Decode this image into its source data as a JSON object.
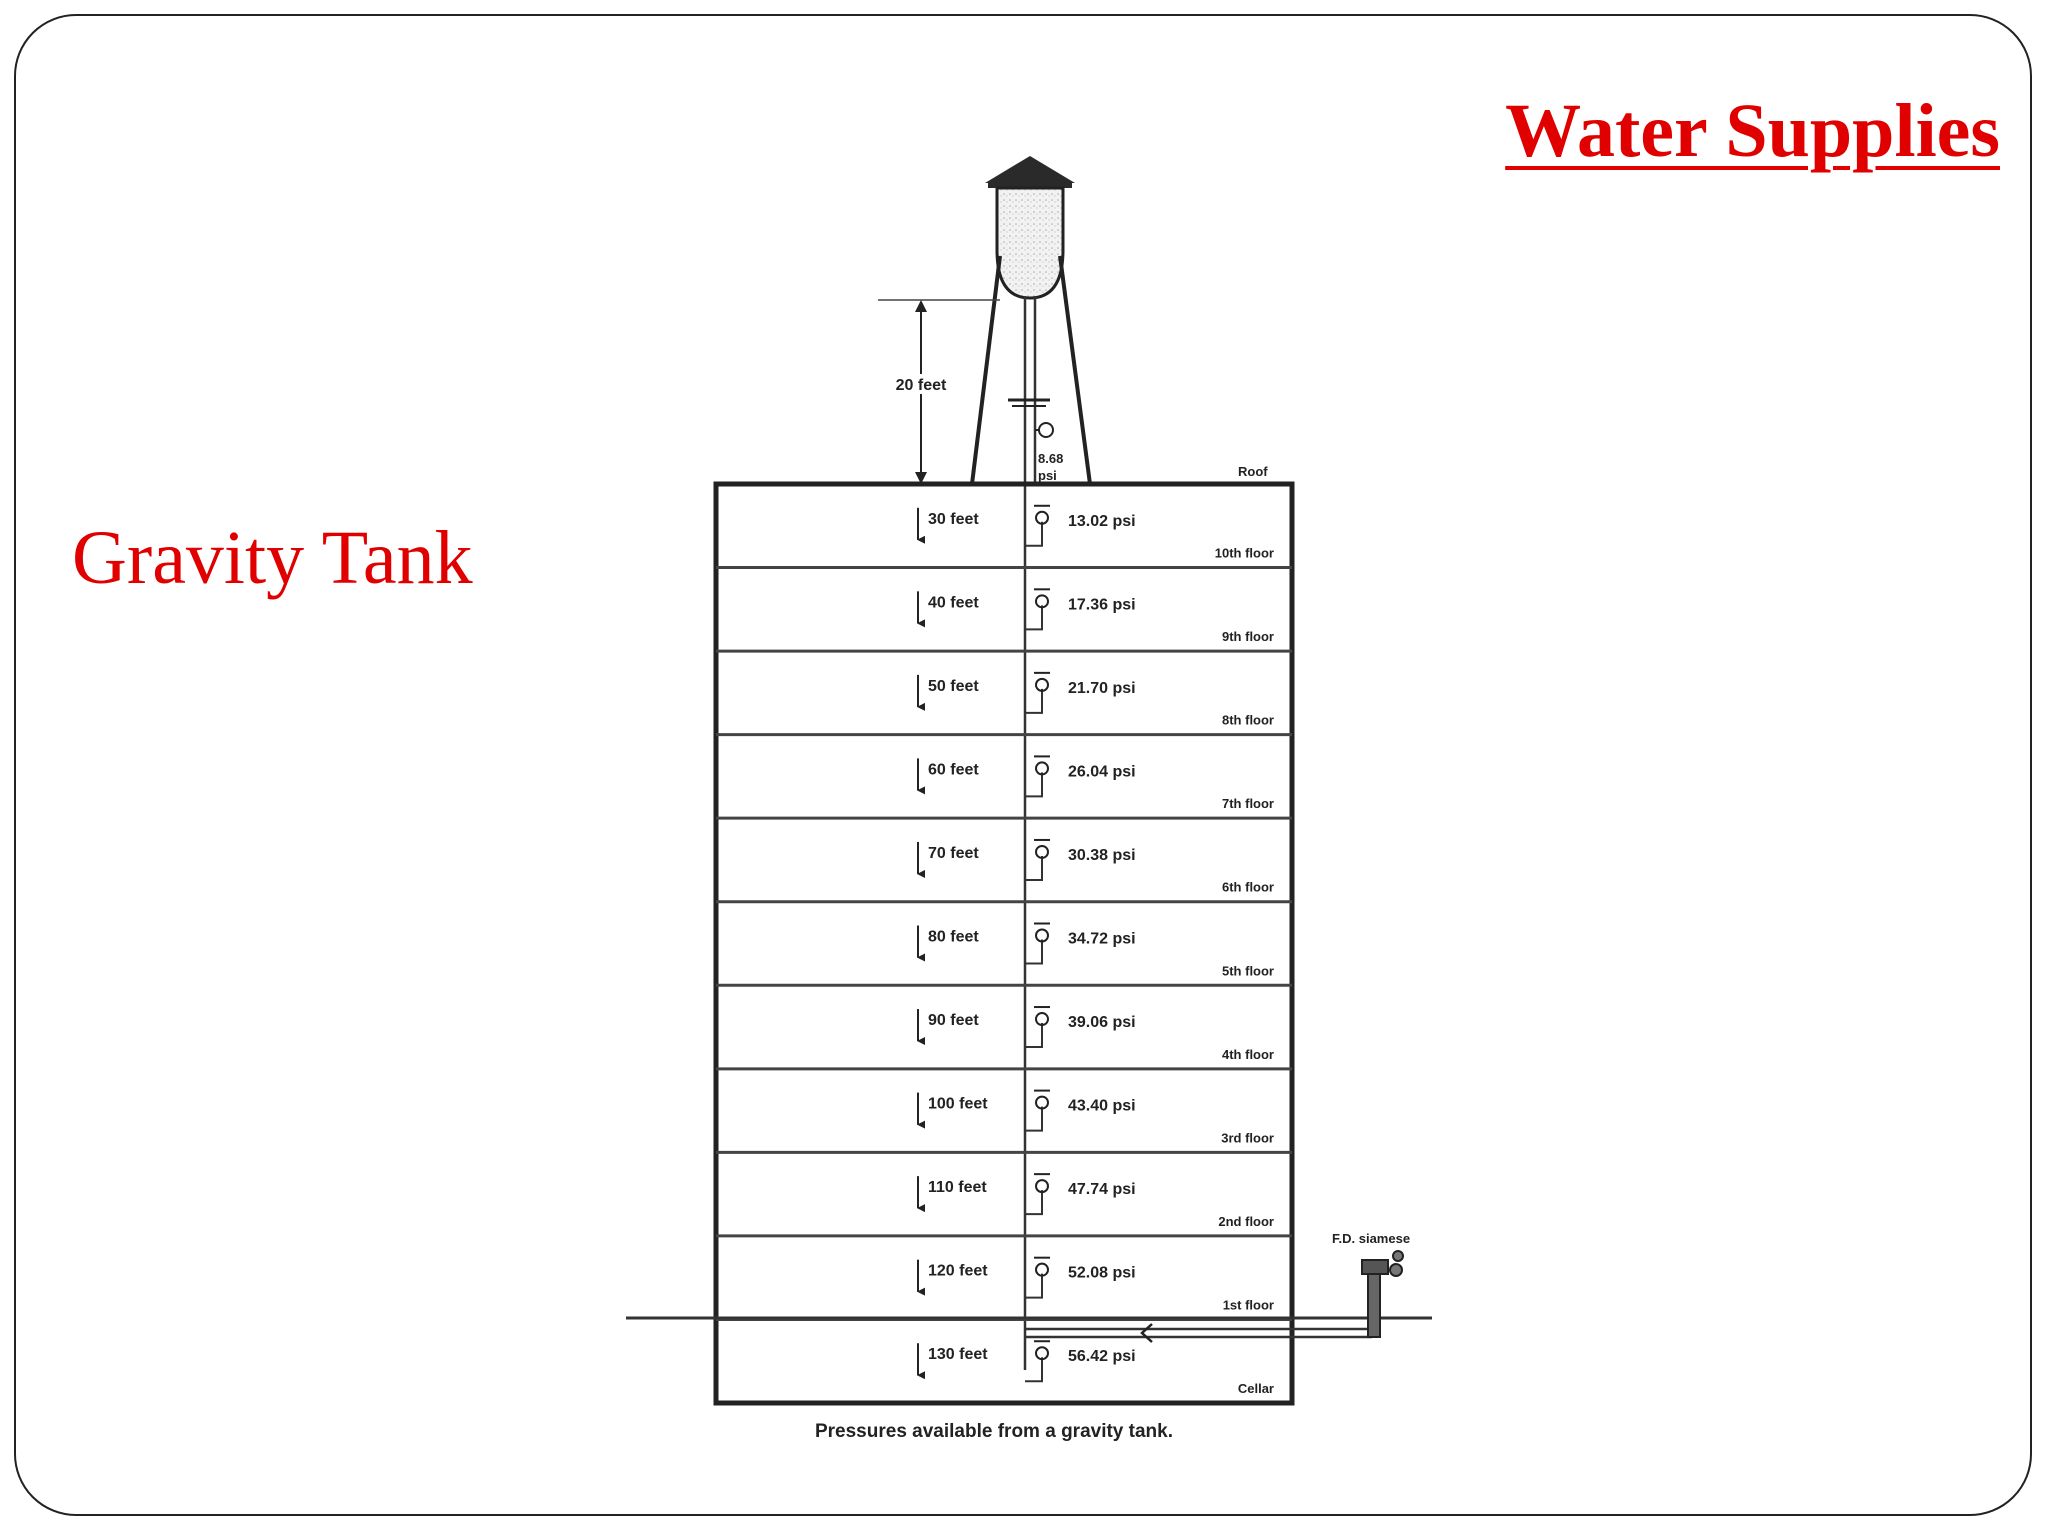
{
  "slide": {
    "title": "Water Supplies",
    "subtitle": "Gravity Tank"
  },
  "diagram": {
    "tank": {
      "height_label": "20 feet",
      "gauge_label_line1": "8.68",
      "gauge_label_line2": "psi",
      "roof_label": "Roof"
    },
    "floors": [
      {
        "depth": "30 feet",
        "pressure": "13.02 psi",
        "name": "10th floor"
      },
      {
        "depth": "40 feet",
        "pressure": "17.36 psi",
        "name": "9th floor"
      },
      {
        "depth": "50 feet",
        "pressure": "21.70 psi",
        "name": "8th floor"
      },
      {
        "depth": "60 feet",
        "pressure": "26.04 psi",
        "name": "7th floor"
      },
      {
        "depth": "70 feet",
        "pressure": "30.38 psi",
        "name": "6th floor"
      },
      {
        "depth": "80 feet",
        "pressure": "34.72 psi",
        "name": "5th floor"
      },
      {
        "depth": "90 feet",
        "pressure": "39.06 psi",
        "name": "4th floor"
      },
      {
        "depth": "100 feet",
        "pressure": "43.40 psi",
        "name": "3rd floor"
      },
      {
        "depth": "110 feet",
        "pressure": "47.74 psi",
        "name": "2nd floor"
      },
      {
        "depth": "120 feet",
        "pressure": "52.08 psi",
        "name": "1st floor"
      },
      {
        "depth": "130 feet",
        "pressure": "56.42 psi",
        "name": "Cellar"
      }
    ],
    "siamese_label": "F.D. siamese",
    "caption": "Pressures available from a gravity tank."
  }
}
